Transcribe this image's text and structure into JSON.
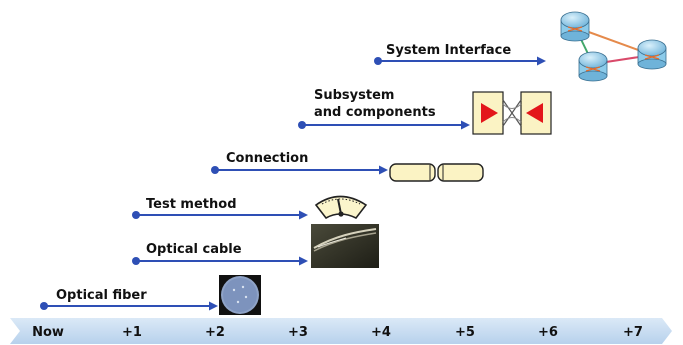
{
  "timeline": {
    "ticks": [
      "Now",
      "+1",
      "+2",
      "+3",
      "+4",
      "+5",
      "+6",
      "+7"
    ],
    "bar_color": "#c8def2",
    "arrow_color": "#2e4fb5"
  },
  "milestones": [
    {
      "label": "Optical fiber",
      "start": "Now",
      "end": "+2",
      "icon": "optical-fiber-cross-section-icon"
    },
    {
      "label": "Optical cable",
      "start": "+1",
      "end": "+3",
      "icon": "optical-cable-photo-icon"
    },
    {
      "label": "Test method",
      "start": "+1",
      "end": "+3",
      "icon": "meter-gauge-icon"
    },
    {
      "label": "Connection",
      "start": "+2",
      "end": "+4",
      "icon": "fiber-connector-icon"
    },
    {
      "label_lines": [
        "Subsystem",
        "and components"
      ],
      "start": "+3",
      "end": "+5",
      "icon": "subsystem-component-icon"
    },
    {
      "label": "System Interface",
      "start": "+4",
      "end": "+6",
      "icon": "network-routers-icon"
    }
  ]
}
